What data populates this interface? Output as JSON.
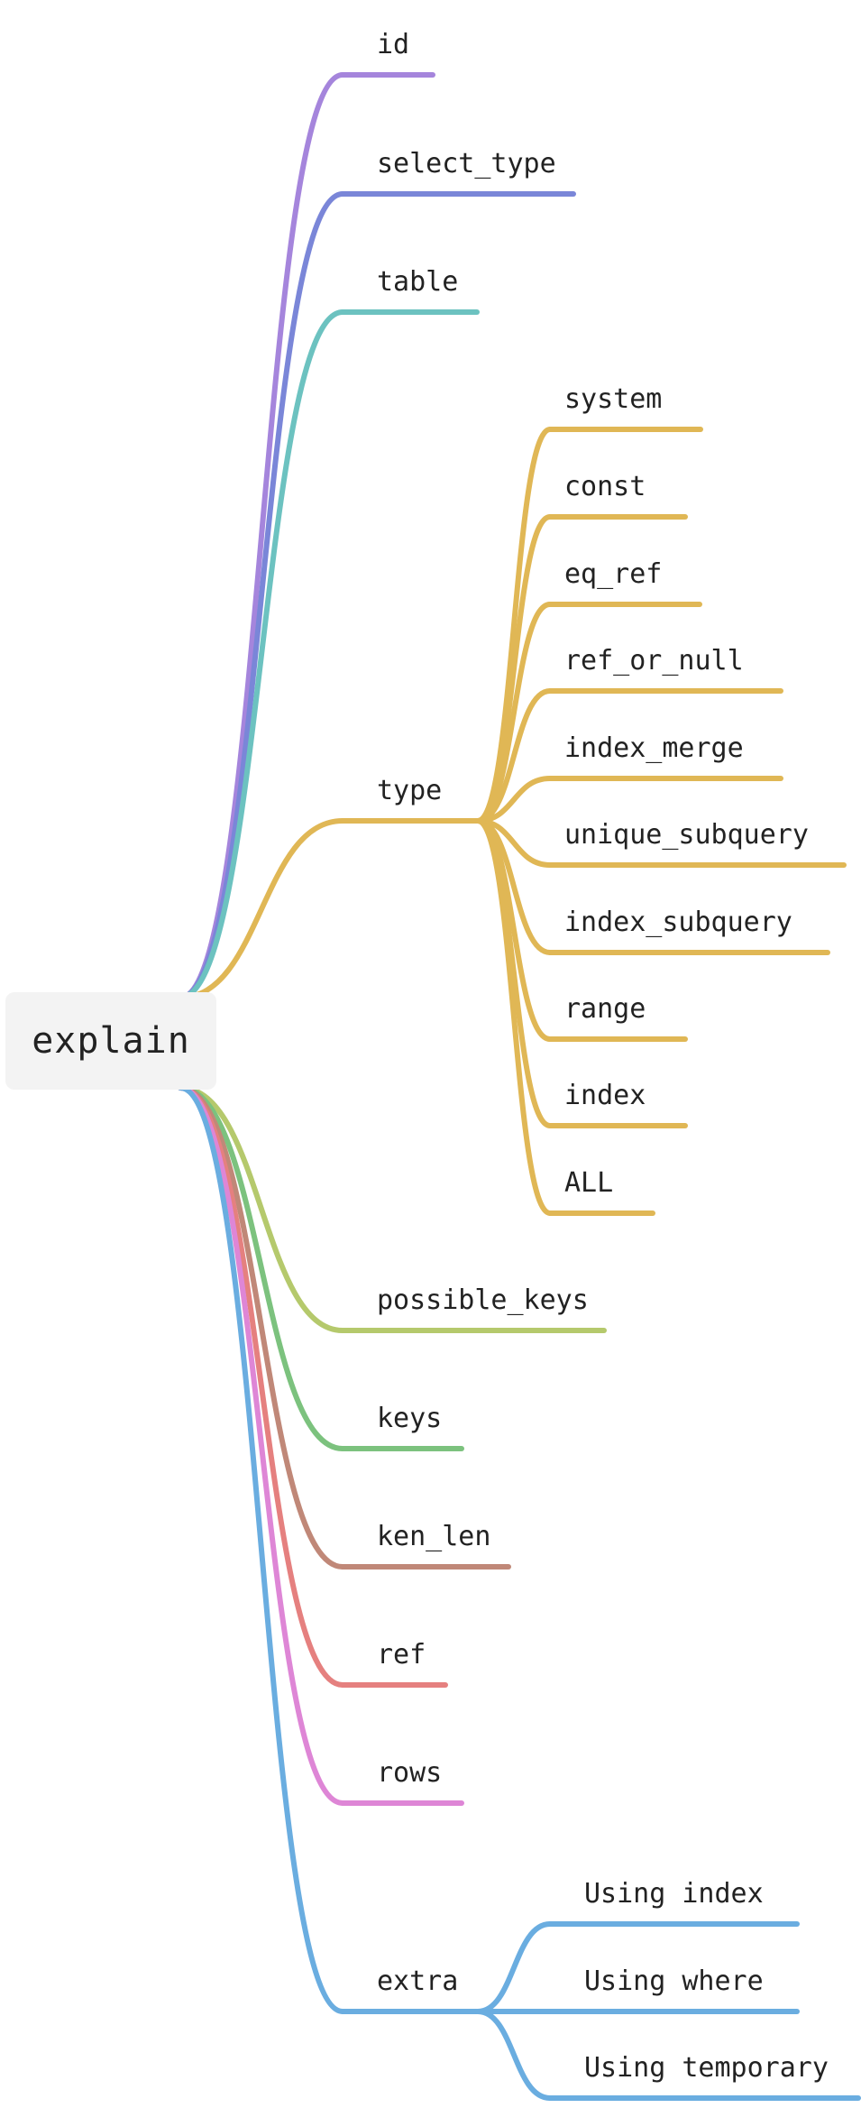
{
  "root": {
    "label": "explain"
  },
  "colors": {
    "id": "#a585dc",
    "select_type": "#7a86d8",
    "table": "#6cc2c0",
    "type": "#e0b755",
    "possible_keys": "#b5c96c",
    "keys": "#7cc27e",
    "ken_len": "#c08878",
    "ref": "#e5807f",
    "rows": "#de86d6",
    "extra": "#6aade0"
  },
  "branches": [
    {
      "key": "id",
      "label": "id",
      "children": []
    },
    {
      "key": "select_type",
      "label": "select_type",
      "children": []
    },
    {
      "key": "table",
      "label": "table",
      "children": []
    },
    {
      "key": "type",
      "label": "type",
      "children": [
        "system",
        "const",
        "eq_ref",
        "ref_or_null",
        "index_merge",
        "unique_subquery",
        "index_subquery",
        "range",
        "index",
        "ALL"
      ]
    },
    {
      "key": "possible_keys",
      "label": "possible_keys",
      "children": []
    },
    {
      "key": "keys",
      "label": "keys",
      "children": []
    },
    {
      "key": "ken_len",
      "label": "ken_len",
      "children": []
    },
    {
      "key": "ref",
      "label": "ref",
      "children": []
    },
    {
      "key": "rows",
      "label": "rows",
      "children": []
    },
    {
      "key": "extra",
      "label": "extra",
      "children": [
        "Using index",
        "Using where",
        "Using temporary"
      ]
    }
  ]
}
